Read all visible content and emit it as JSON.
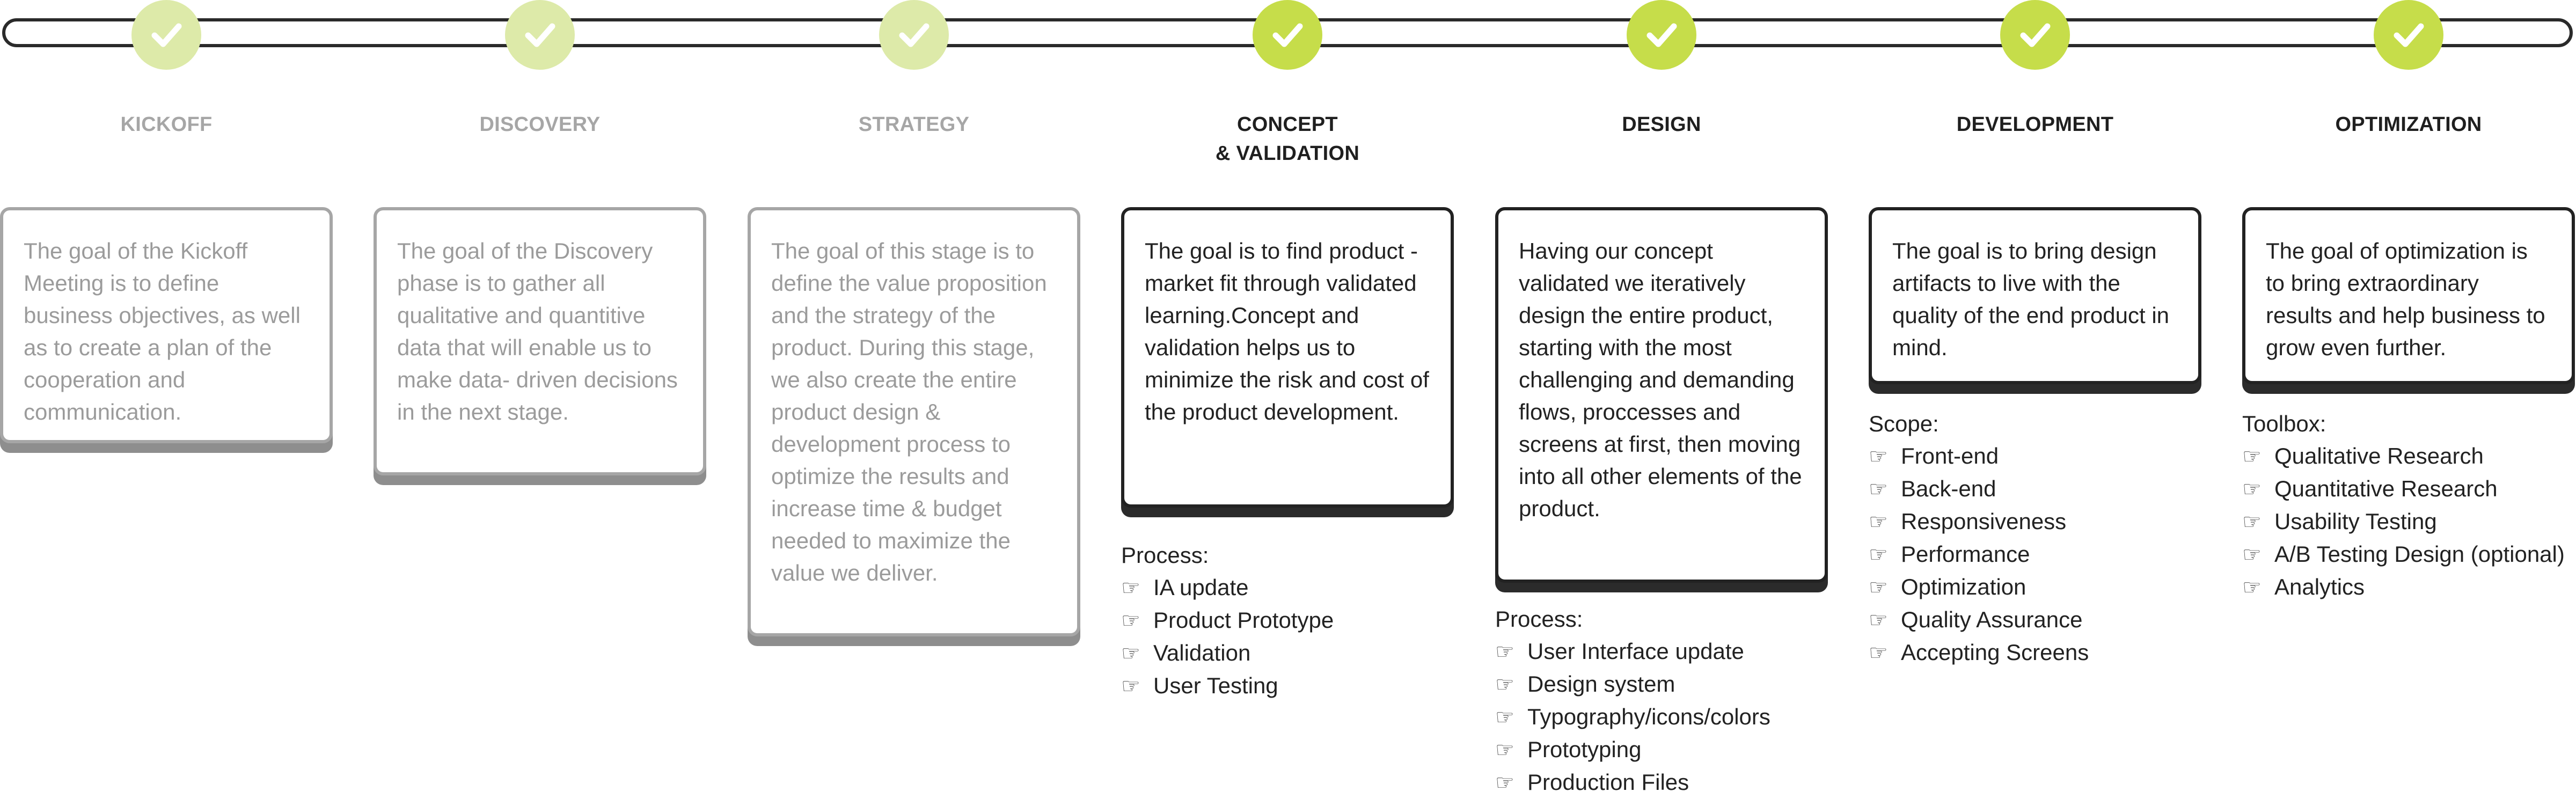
{
  "stages": [
    {
      "title_lines": [
        "KICKOFF"
      ],
      "active": false,
      "text": "The goal of the Kickoff Meeting is to define business objectives, as well as to create a plan of the cooperation and communication."
    },
    {
      "title_lines": [
        "DISCOVERY"
      ],
      "active": false,
      "text": "The goal of the Discovery phase is to gather all qualitative and quantitive data that will enable us to make data- driven decisions in the next stage."
    },
    {
      "title_lines": [
        "STRATEGY"
      ],
      "active": false,
      "text": "The goal of this stage is to define the value proposition and the strategy of the product. During this stage, we also create the entire product design & development process to optimize the results and increase time & budget needed to maximize the value we deliver."
    },
    {
      "title_lines": [
        "CONCEPT",
        "& VALIDATION"
      ],
      "active": true,
      "text": "The goal is to find product - market fit through validated learning.Concept and validation helps us to minimize the risk and cost of the product development.",
      "extra_label": "Process:",
      "extra_items": [
        "IA update",
        "Product Prototype",
        "Validation",
        "User Testing"
      ]
    },
    {
      "title_lines": [
        "DESIGN"
      ],
      "active": true,
      "text": "Having our concept validated we iteratively design the entire product, starting with the most challenging and demanding flows, proccesses and screens at first, then moving into all other elements of the product.",
      "extra_label": "Process:",
      "extra_items": [
        "User Interface update",
        "Design system",
        "Typography/icons/colors",
        "Prototyping",
        "Production Files"
      ]
    },
    {
      "title_lines": [
        "DEVELOPMENT"
      ],
      "active": true,
      "text": "The goal is to bring design artifacts to live with the quality of the end product in mind.",
      "extra_label": "Scope:",
      "extra_items": [
        "Front-end",
        "Back-end",
        "Responsiveness",
        "Performance",
        "Optimization",
        "Quality Assurance",
        "Accepting Screens"
      ]
    },
    {
      "title_lines": [
        "OPTIMIZATION"
      ],
      "active": true,
      "text": "The goal of optimization is to bring extraordinary results and help business to grow even further.",
      "extra_label": "Toolbox:",
      "extra_items": [
        "Qualitative Research",
        "Quantitative Research",
        "Usability Testing",
        "A/B Testing Design (optional)",
        "Analytics"
      ]
    }
  ],
  "icons": {
    "step": "checkmark-icon",
    "bullet": "pointing-hand-icon",
    "bullet_glyph": "☞"
  },
  "colors": {
    "inactive_check": "#ddeaa9",
    "active_check": "#c6dd4a",
    "inactive_text": "#a6a6a6",
    "active_text": "#1f1f1f"
  }
}
